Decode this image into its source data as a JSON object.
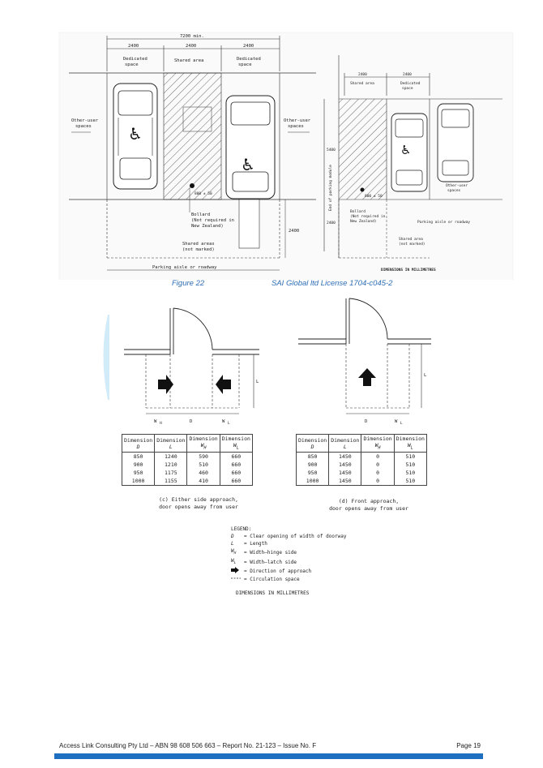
{
  "figure_top": {
    "dims": {
      "overall": "7200 min.",
      "seg1": "2400",
      "seg2": "2400",
      "seg3": "2400"
    },
    "labels": {
      "dedicated_left": [
        "Dedicated",
        "space"
      ],
      "shared": "Shared area",
      "dedicated_right": [
        "Dedicated",
        "space"
      ],
      "other_user_left": [
        "Other-user",
        "spaces"
      ],
      "other_user_right": [
        "Other-user",
        "spaces"
      ],
      "bollard_dim": "800 ± 50",
      "bollard": [
        "Bollard",
        "(Not required in",
        "New Zealand)"
      ],
      "shared_unmarked": [
        "Shared areas",
        "(not marked)"
      ],
      "dim_2400": "2400",
      "parking_aisle": "Parking aisle or roadway"
    },
    "side": {
      "dim1": "2400",
      "dim2": "2400",
      "shared": "Shared area",
      "dedicated": [
        "Dedicated",
        "space"
      ],
      "v_5400": "5400",
      "v_2400": "2400",
      "end_label": "End of parking module",
      "bollard": [
        "Bollard",
        "(Not required in",
        "New Zealand)"
      ],
      "bollard_dim": "800 ± 50",
      "other_user": [
        "Other-user",
        "spaces"
      ],
      "parking_aisle": "Parking aisle or roadway",
      "shared_unmarked": [
        "Shared area",
        "(not marked)"
      ],
      "units": "DIMENSIONS IN MILLIMETRES"
    }
  },
  "captions": {
    "figure": "Figure 22",
    "license": "SAI Global ltd License 1704-c045-2"
  },
  "diagram_c": {
    "wh": "W",
    "wh_sub": "H",
    "d": "D",
    "wl": "W",
    "wl_sub": "L",
    "l": "L"
  },
  "diagram_d": {
    "d": "D",
    "wl": "W",
    "wl_sub": "L",
    "l": "L"
  },
  "table_c": {
    "headers": [
      [
        "Dimension",
        "D"
      ],
      [
        "Dimension",
        "L"
      ],
      [
        "Dimension",
        "W",
        "H"
      ],
      [
        "Dimension",
        "W",
        "L"
      ]
    ],
    "rows": [
      [
        "850",
        "1240",
        "590",
        "660"
      ],
      [
        "900",
        "1210",
        "510",
        "660"
      ],
      [
        "950",
        "1175",
        "460",
        "660"
      ],
      [
        "1000",
        "1155",
        "410",
        "660"
      ]
    ],
    "caption": [
      "(c) Either side approach,",
      "door opens away from user"
    ]
  },
  "table_d": {
    "headers": [
      [
        "Dimension",
        "D"
      ],
      [
        "Dimension",
        "L"
      ],
      [
        "Dimension",
        "W",
        "H"
      ],
      [
        "Dimension",
        "W",
        "L"
      ]
    ],
    "rows": [
      [
        "850",
        "1450",
        "0",
        "510"
      ],
      [
        "900",
        "1450",
        "0",
        "510"
      ],
      [
        "950",
        "1450",
        "0",
        "510"
      ],
      [
        "1000",
        "1450",
        "0",
        "510"
      ]
    ],
    "caption": [
      "(d) Front approach,",
      "door opens away from user"
    ]
  },
  "legend": {
    "title": "LEGEND:",
    "items": [
      {
        "sym": "D",
        "text": "= Clear opening of width of doorway"
      },
      {
        "sym": "L",
        "text": "= Length"
      },
      {
        "sym": "WH",
        "text": "= Width—hinge side"
      },
      {
        "sym": "WL",
        "text": "= Width—latch side"
      },
      {
        "sym": "arrow",
        "text": "= Direction of approach"
      },
      {
        "sym": "dash",
        "text": "= Circulation space"
      }
    ],
    "units": "DIMENSIONS IN MILLIMETRES"
  },
  "footer": {
    "left": "Access Link Consulting Pty Ltd   –   ABN 98 608 506 663   –   Report No. 21-123   –   Issue No. F",
    "right": "Page 19"
  }
}
